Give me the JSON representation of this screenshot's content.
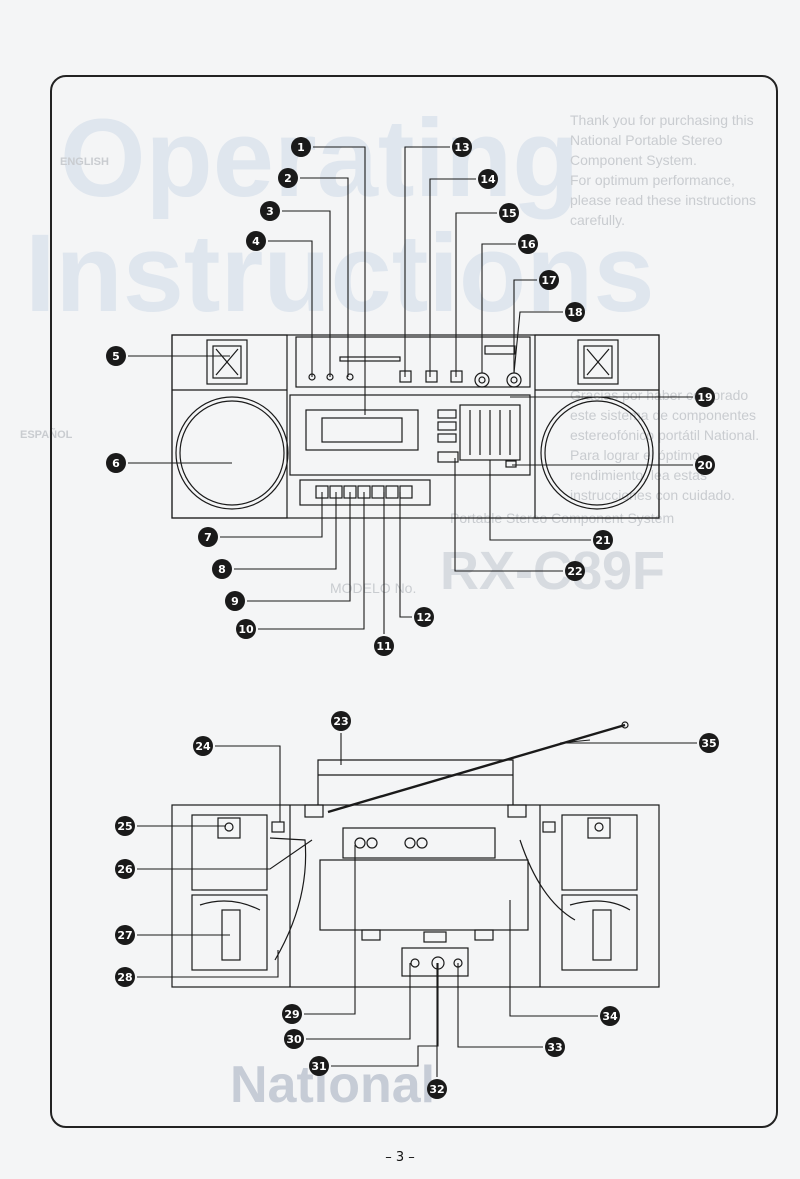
{
  "background_print": {
    "heading_line_1": "Operating",
    "heading_line_2": "Instructions",
    "english_tab": "ENGLISH",
    "espanol_tab": "ESPAÑOL",
    "english_text": "Thank you for purchasing this National Portable Stereo Component System.\nFor optimum performance, please read these instructions carefully.",
    "spanish_text": "Gracias por haber comprado este sistema de componentes estereofónico portátil National. Para lograr el óptimo rendimiento, lea estas instrucciones con cuidado.",
    "product_type": "Portable Stereo Component System",
    "model_prefix": "MODELO No.",
    "model_number": "RX-C89F",
    "brand": "National"
  },
  "callouts": [
    "1",
    "2",
    "3",
    "4",
    "5",
    "6",
    "7",
    "8",
    "9",
    "10",
    "11",
    "12",
    "13",
    "14",
    "15",
    "16",
    "17",
    "18",
    "19",
    "20",
    "21",
    "22",
    "23",
    "24",
    "25",
    "26",
    "27",
    "28",
    "29",
    "30",
    "31",
    "32",
    "33",
    "34",
    "35"
  ],
  "page_number": "– 3 –",
  "colors": {
    "ink": "#1a1a1a",
    "paper": "#f4f5f6",
    "ghost_print": "#dfe6ee"
  }
}
